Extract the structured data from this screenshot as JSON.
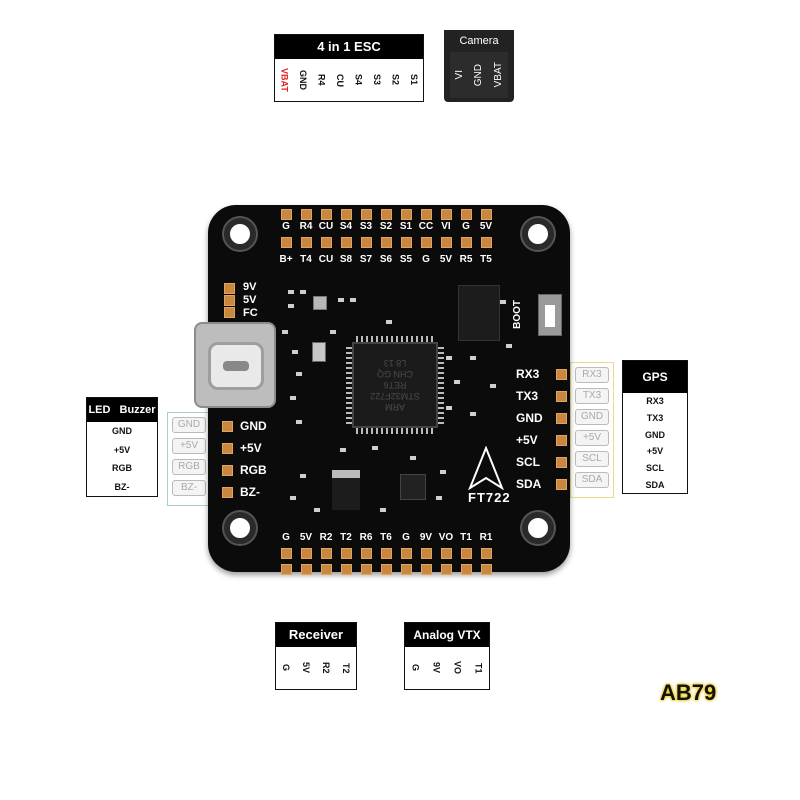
{
  "esc": {
    "title": "4 in 1 ESC",
    "pins": [
      "VBAT",
      "GND",
      "R4",
      "CU",
      "S4",
      "S3",
      "S2",
      "S1"
    ]
  },
  "camera": {
    "title": "Camera",
    "pins": [
      "VBAT",
      "GND",
      "VI"
    ]
  },
  "led_buzzer": {
    "title": "LED Buzzer",
    "pins": [
      "GND",
      "+5V",
      "RGB",
      "BZ-"
    ]
  },
  "gps": {
    "title": "GPS",
    "pins": [
      "RX3",
      "TX3",
      "GND",
      "+5V",
      "SCL",
      "SDA"
    ]
  },
  "receiver": {
    "title": "Receiver",
    "pins": [
      "G",
      "5V",
      "R2",
      "T2"
    ]
  },
  "vtx": {
    "title": "Analog VTX",
    "pins": [
      "G",
      "9V",
      "VO",
      "T1"
    ]
  },
  "board": {
    "name": "FT722",
    "mcu_text": [
      "ARM",
      "STM32F722",
      "RET6",
      "CHN GQ",
      "L8 13"
    ],
    "top_row1": [
      "G",
      "R4",
      "CU",
      "S4",
      "S3",
      "S2",
      "S1",
      "CC",
      "VI",
      "G",
      "5V"
    ],
    "top_row2": [
      "B+",
      "T4",
      "CU",
      "S8",
      "S7",
      "S6",
      "S5",
      "G",
      "5V",
      "R5",
      "T5"
    ],
    "bottom_row": [
      "G",
      "5V",
      "R2",
      "T2",
      "R6",
      "T6",
      "G",
      "9V",
      "VO",
      "T1",
      "R1"
    ],
    "left_pads": [
      "GND",
      "+5V",
      "RGB",
      "BZ-"
    ],
    "right_pads": [
      "RX3",
      "TX3",
      "GND",
      "+5V",
      "SCL",
      "SDA"
    ],
    "voltage_select": [
      "9V",
      "5V",
      "FC"
    ],
    "boot_label": "BOOT"
  },
  "ghost_left": [
    "GND",
    "+5V",
    "RGB",
    "BZ-"
  ],
  "ghost_right": [
    "RX3",
    "TX3",
    "GND",
    "+5V",
    "SCL",
    "SDA"
  ],
  "watermark": "AB79"
}
